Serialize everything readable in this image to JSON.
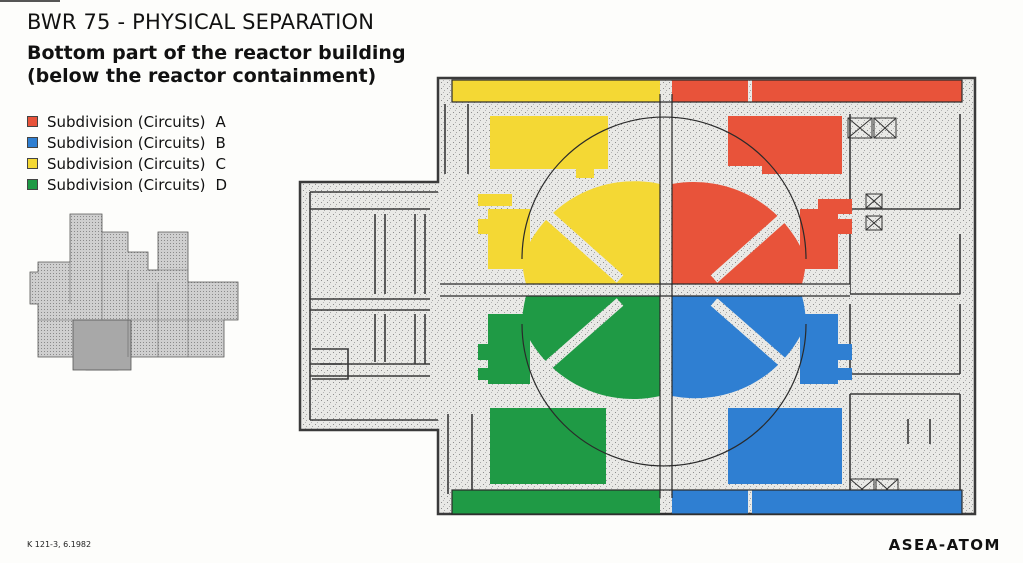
{
  "header": {
    "title": "BWR 75 - PHYSICAL SEPARATION",
    "subtitle_line1": "Bottom part of the reactor building",
    "subtitle_line2": "(below the reactor containment)"
  },
  "legend": {
    "items": [
      {
        "label": "Subdivision",
        "qualifier": "(Circuits)",
        "code": "A",
        "color": "#e8533a"
      },
      {
        "label": "Subdivision",
        "qualifier": "(Circuits)",
        "code": "B",
        "color": "#2f7fd2"
      },
      {
        "label": "Subdivision",
        "qualifier": "(Circuits)",
        "code": "C",
        "color": "#f4d834"
      },
      {
        "label": "Subdivision",
        "qualifier": "(Circuits)",
        "code": "D",
        "color": "#1f9a45"
      }
    ]
  },
  "footer": {
    "reference": "K 121-3, 6.1982",
    "logo": "ASEA-ATOM"
  },
  "colors": {
    "wall": "#3a3a3a",
    "floor_speckle": "#e9e9e6",
    "keymap_fill": "#cfcfcf",
    "keymap_highlight": "#a8a8a8"
  }
}
